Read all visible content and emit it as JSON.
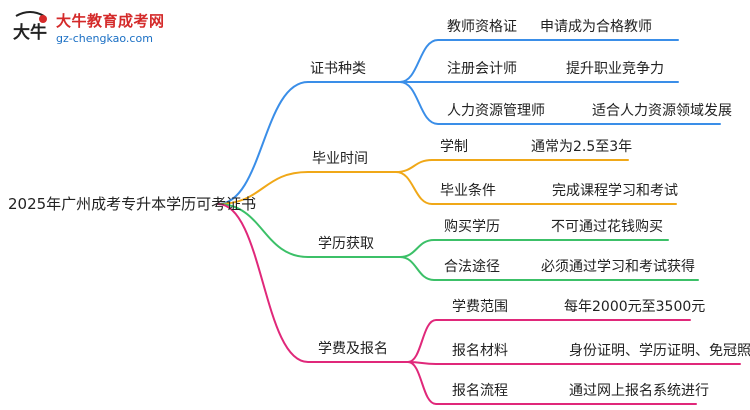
{
  "logo": {
    "title": "大牛教育成考网",
    "url": "gz-chengkao.com",
    "mark_text": "大牛"
  },
  "root": "2025年广州成考专升本学历可考证书",
  "colors": {
    "blue": "#3a8ee8",
    "orange": "#f0a818",
    "green": "#3cc068",
    "magenta": "#e0287a"
  },
  "branches": [
    {
      "label": "证书种类",
      "color": "blue",
      "items": [
        {
          "label": "教师资格证",
          "value": "申请成为合格教师"
        },
        {
          "label": "注册会计师",
          "value": "提升职业竞争力"
        },
        {
          "label": "人力资源管理师",
          "value": "适合人力资源领域发展"
        }
      ]
    },
    {
      "label": "毕业时间",
      "color": "orange",
      "items": [
        {
          "label": "学制",
          "value": "通常为2.5至3年"
        },
        {
          "label": "毕业条件",
          "value": "完成课程学习和考试"
        }
      ]
    },
    {
      "label": "学历获取",
      "color": "green",
      "items": [
        {
          "label": "购买学历",
          "value": "不可通过花钱购买"
        },
        {
          "label": "合法途径",
          "value": "必须通过学习和考试获得"
        }
      ]
    },
    {
      "label": "学费及报名",
      "color": "magenta",
      "items": [
        {
          "label": "学费范围",
          "value": "每年2000元至3500元"
        },
        {
          "label": "报名材料",
          "value": "身份证明、学历证明、免冠照片"
        },
        {
          "label": "报名流程",
          "value": "通过网上报名系统进行"
        }
      ]
    }
  ]
}
